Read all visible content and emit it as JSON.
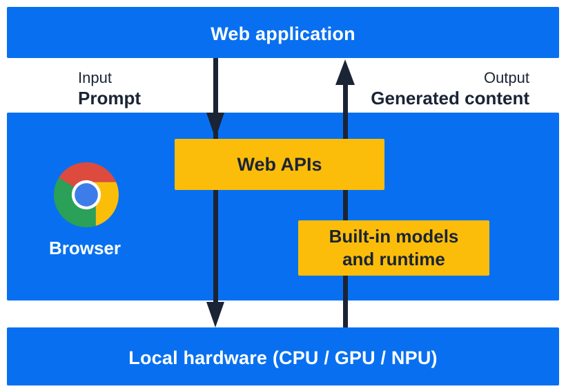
{
  "title": "Web application to local hardware architecture diagram",
  "colors": {
    "panel_blue": "#0870f0",
    "component_yellow": "#fcbd0a",
    "ink_navy": "#1a2435",
    "text_on_blue": "#ffffff",
    "chrome_logo": {
      "red": "#dd4b3e",
      "yellow": "#fbbe08",
      "green": "#2aa058",
      "blue": "#3e7de9",
      "ring": "#ffffff"
    }
  },
  "layers": {
    "web_application": {
      "label": "Web application"
    },
    "browser": {
      "label": "Browser",
      "icon": "chrome-icon"
    },
    "local_hardware": {
      "label": "Local hardware (CPU / GPU / NPU)"
    }
  },
  "flows": {
    "input": {
      "caption": "Input",
      "label": "Prompt",
      "direction": "down",
      "from": "Web application",
      "to": "Local hardware"
    },
    "output": {
      "caption": "Output",
      "label": "Generated content",
      "direction": "up",
      "from": "Local hardware",
      "to": "Web application"
    }
  },
  "components": {
    "web_apis": {
      "label": "Web APIs"
    },
    "builtin": {
      "label": "Built-in models\nand runtime"
    }
  }
}
